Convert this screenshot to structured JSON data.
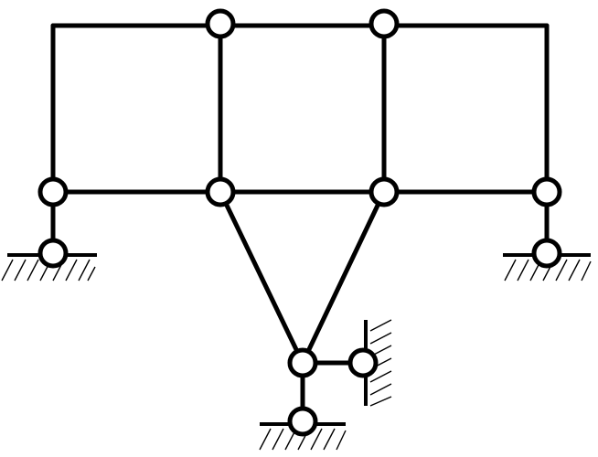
{
  "diagram": {
    "kind": "structural-frame",
    "members": [
      {
        "id": "top-chord-left",
        "from": "top-left-corner",
        "to": "hinge-top-left"
      },
      {
        "id": "top-chord-middle",
        "from": "hinge-top-left",
        "to": "hinge-top-right"
      },
      {
        "id": "top-chord-right",
        "from": "hinge-top-right",
        "to": "top-right-corner"
      },
      {
        "id": "left-column",
        "from": "top-left-corner",
        "to": "hinge-mid-far-left"
      },
      {
        "id": "inner-left-column",
        "from": "hinge-top-left",
        "to": "hinge-mid-left"
      },
      {
        "id": "inner-right-column",
        "from": "hinge-top-right",
        "to": "hinge-mid-right"
      },
      {
        "id": "right-column",
        "from": "top-right-corner",
        "to": "hinge-mid-far-right"
      },
      {
        "id": "middle-beam-left",
        "from": "hinge-mid-far-left",
        "to": "hinge-mid-left"
      },
      {
        "id": "middle-beam-center",
        "from": "hinge-mid-left",
        "to": "hinge-mid-right"
      },
      {
        "id": "middle-beam-right",
        "from": "hinge-mid-right",
        "to": "hinge-mid-far-right"
      },
      {
        "id": "left-support-post",
        "from": "hinge-mid-far-left",
        "to": "support-left"
      },
      {
        "id": "right-support-post",
        "from": "hinge-mid-far-right",
        "to": "support-right"
      },
      {
        "id": "v-strut-left",
        "from": "hinge-mid-left",
        "to": "hinge-bottom-apex"
      },
      {
        "id": "v-strut-right",
        "from": "hinge-mid-right",
        "to": "hinge-bottom-apex"
      },
      {
        "id": "horizontal-link",
        "from": "hinge-bottom-apex",
        "to": "support-side-wall"
      },
      {
        "id": "bottom-support-post",
        "from": "hinge-bottom-apex",
        "to": "support-bottom"
      }
    ],
    "hinges": [
      "hinge-top-left",
      "hinge-top-right",
      "hinge-mid-far-left",
      "hinge-mid-left",
      "hinge-mid-right",
      "hinge-mid-far-right",
      "hinge-bottom-apex"
    ],
    "supports": [
      {
        "id": "support-left",
        "type": "pinned",
        "ground": "below"
      },
      {
        "id": "support-right",
        "type": "pinned",
        "ground": "below"
      },
      {
        "id": "support-bottom",
        "type": "pinned",
        "ground": "below"
      },
      {
        "id": "support-side-wall",
        "type": "pinned",
        "ground": "right-wall"
      }
    ],
    "colors": {
      "line": "#000000",
      "background": "#ffffff",
      "hinge_fill": "#ffffff"
    }
  }
}
